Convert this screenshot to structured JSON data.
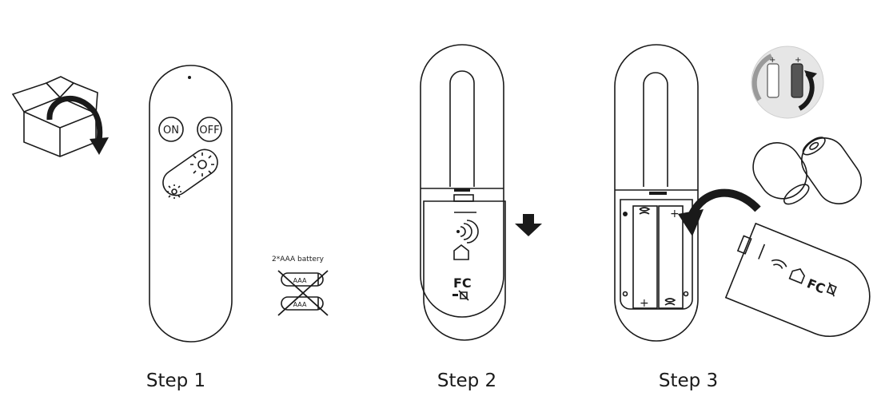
{
  "steps": [
    {
      "label": "Step 1"
    },
    {
      "label": "Step 2"
    },
    {
      "label": "Step 3"
    }
  ],
  "remote": {
    "on_label": "ON",
    "off_label": "OFF"
  },
  "battery_note": {
    "caption": "2*AAA battery",
    "cell_label": "AAA"
  },
  "colors": {
    "line": "#1a1a1a",
    "arrow": "#1a1a1a",
    "background": "#ffffff"
  }
}
